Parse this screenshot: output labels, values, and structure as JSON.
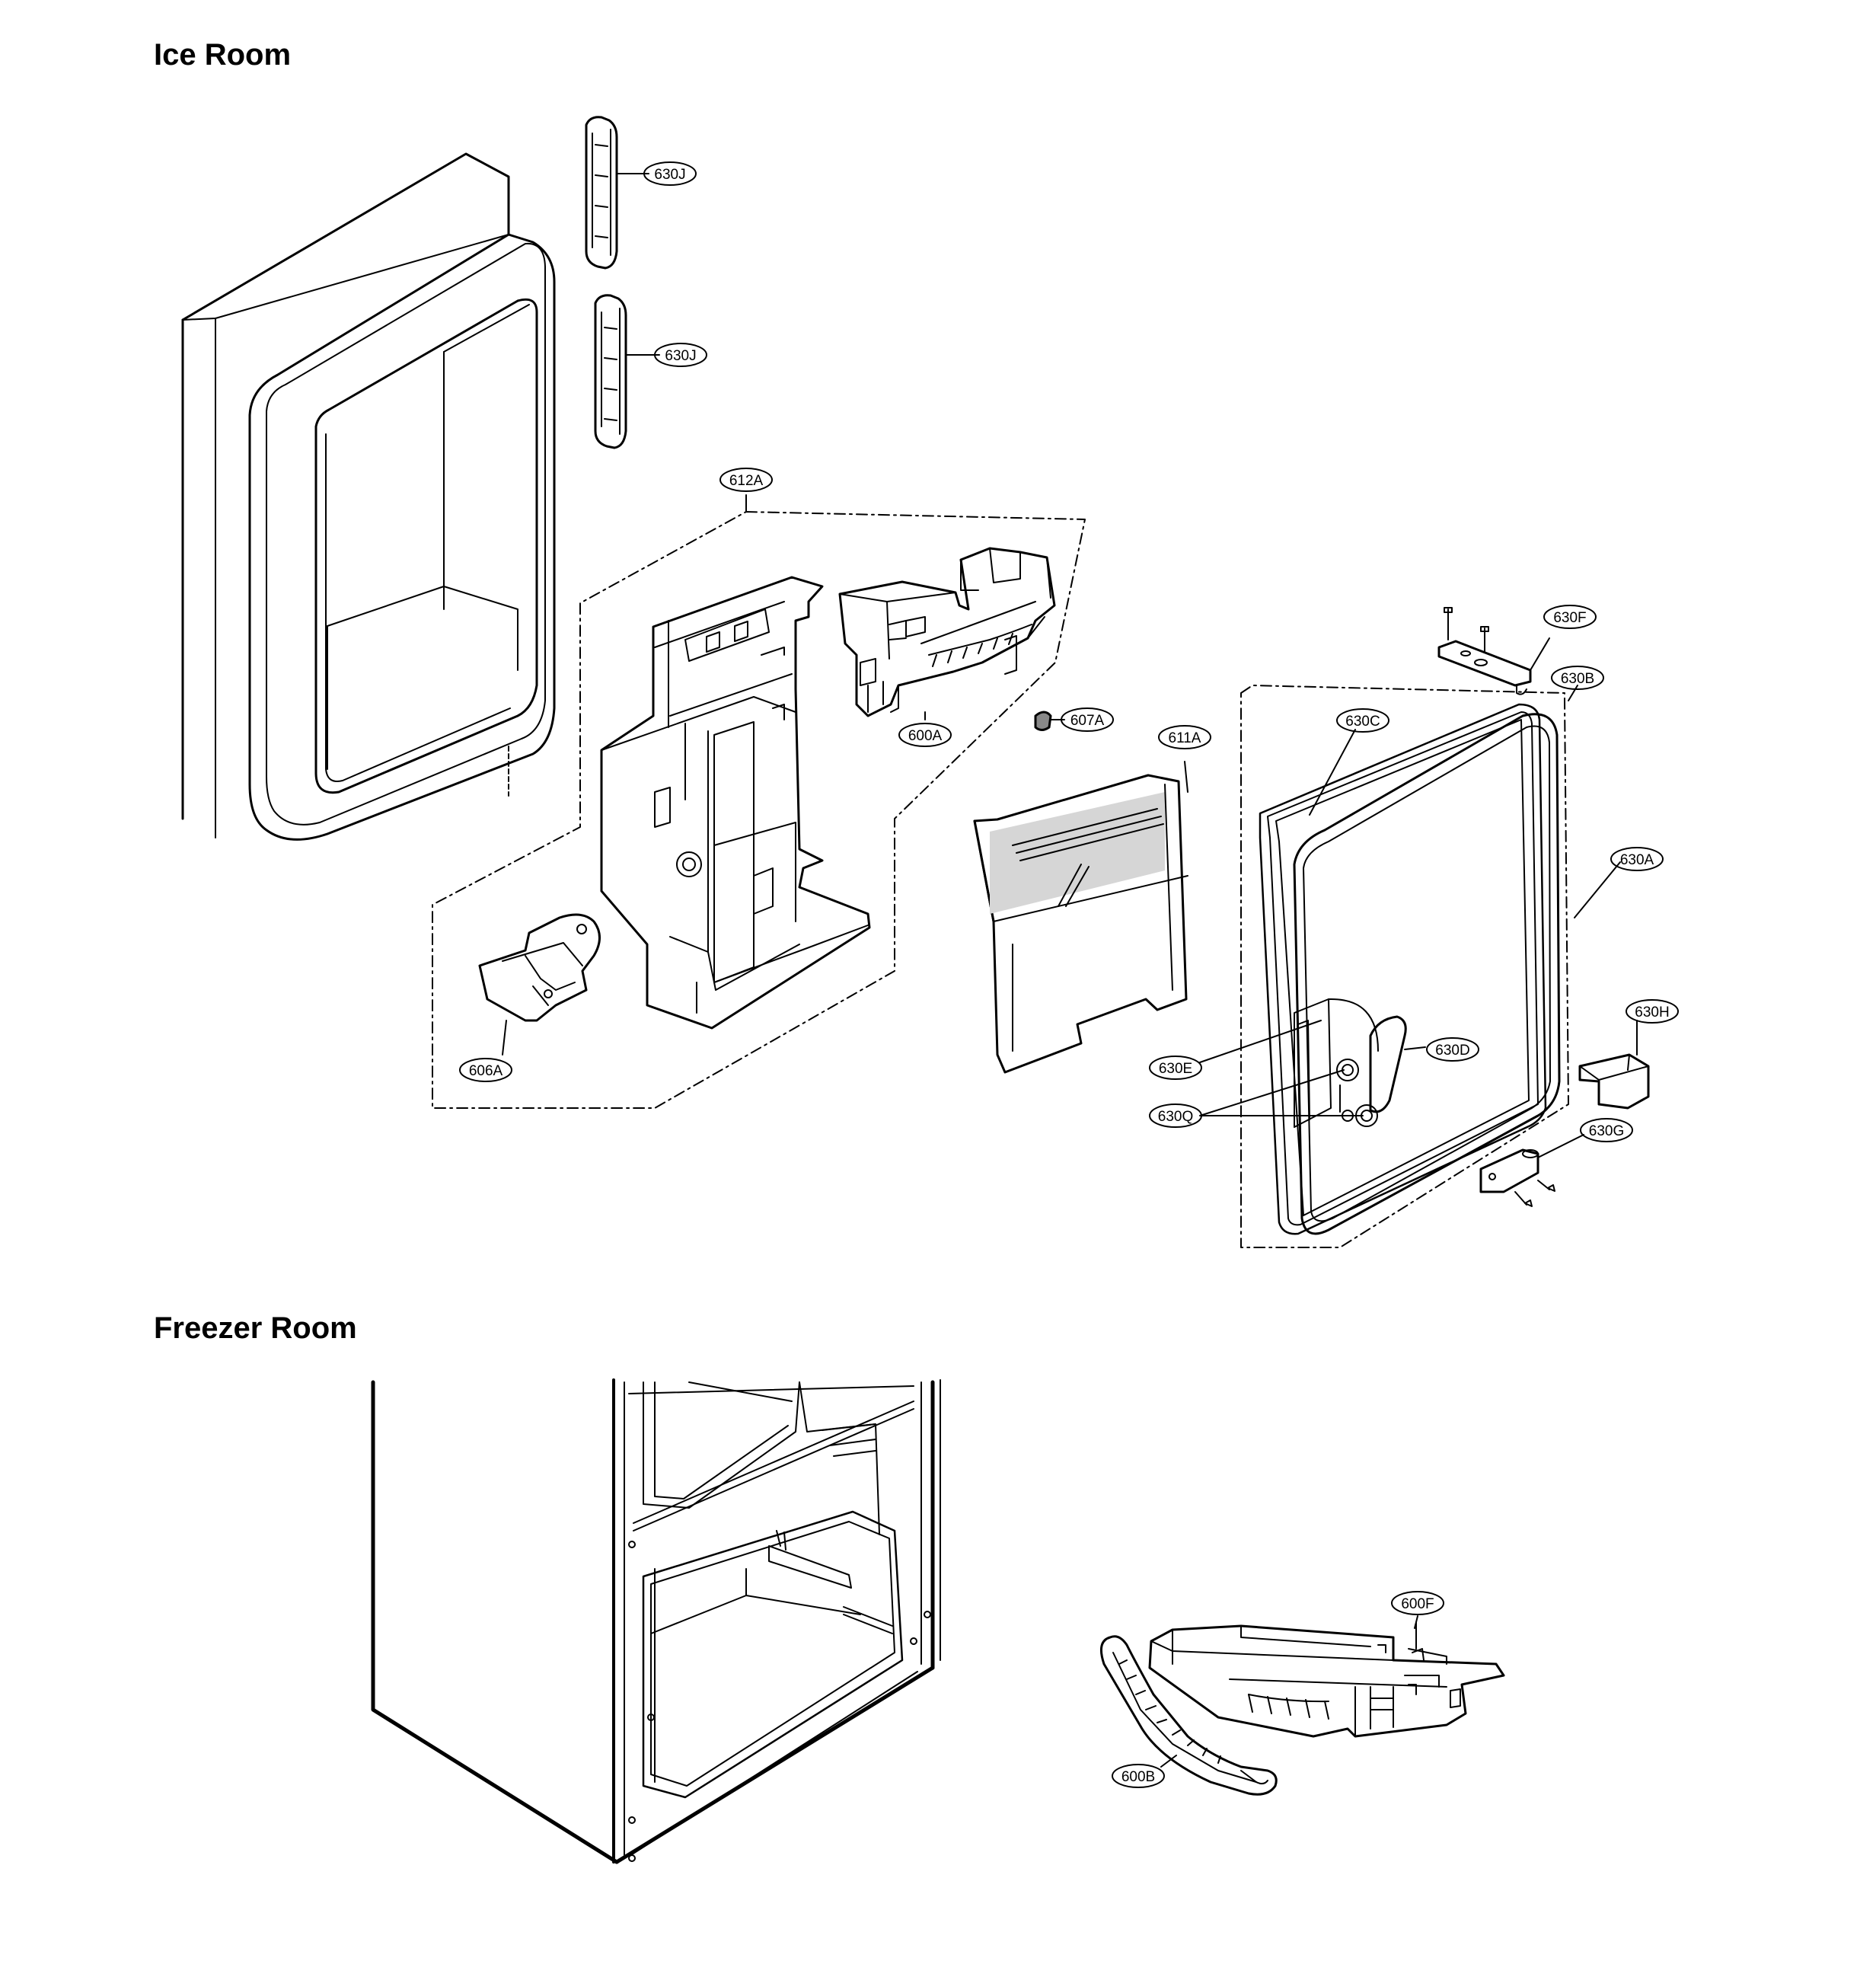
{
  "sections": {
    "ice_room": "Ice Room",
    "freezer_room": "Freezer Room"
  },
  "callouts": {
    "c630J_top": "630J",
    "c630J_bottom": "630J",
    "c612A": "612A",
    "c600A": "600A",
    "c607A": "607A",
    "c611A": "611A",
    "c606A": "606A",
    "c630F": "630F",
    "c630B": "630B",
    "c630C": "630C",
    "c630A": "630A",
    "c630H": "630H",
    "c630D": "630D",
    "c630E": "630E",
    "c630Q": "630Q",
    "c630G": "630G",
    "c600F": "600F",
    "c600B": "600B"
  }
}
